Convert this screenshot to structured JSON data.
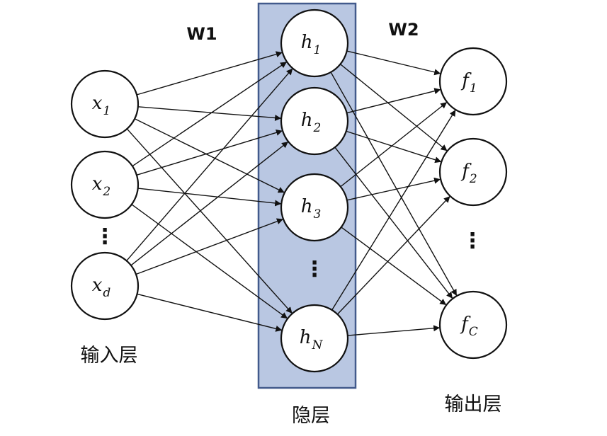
{
  "weights": {
    "w1": "W1",
    "w2": "W2"
  },
  "layers": {
    "input": {
      "label": "输入层"
    },
    "hidden": {
      "label": "隐层",
      "fill": "#b9c7e2",
      "stroke": "#425a8c"
    },
    "output": {
      "label": "输出层"
    }
  },
  "nodes": {
    "input": [
      {
        "base": "x",
        "sub": "1"
      },
      {
        "base": "x",
        "sub": "2"
      },
      {
        "base": "x",
        "sub": "d"
      }
    ],
    "hidden": [
      {
        "base": "h",
        "sub": "1"
      },
      {
        "base": "h",
        "sub": "2"
      },
      {
        "base": "h",
        "sub": "3"
      },
      {
        "base": "h",
        "sub": "N"
      }
    ],
    "output": [
      {
        "base": "f",
        "sub": "1"
      },
      {
        "base": "f",
        "sub": "2"
      },
      {
        "base": "f",
        "sub": "C"
      }
    ]
  },
  "ellipsis": "⋮",
  "colors": {
    "line": "#111111",
    "node_fill": "#ffffff",
    "node_stroke": "#111111"
  }
}
